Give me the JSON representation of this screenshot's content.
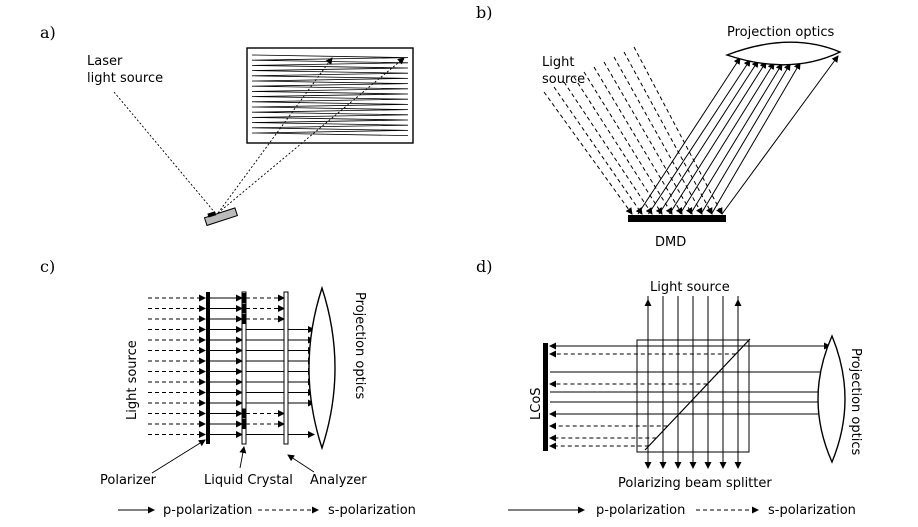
{
  "panels": {
    "a": {
      "letter": "a)",
      "laser_label_line1": "Laser",
      "laser_label_line2": "light source"
    },
    "b": {
      "letter": "b)",
      "projection_label": "Projection optics",
      "light_label_line1": "Light",
      "light_label_line2": "source",
      "dmd_label": "DMD"
    },
    "c": {
      "letter": "c)",
      "light_label": "Light source",
      "projection_label": "Projection optics",
      "polarizer_label": "Polarizer",
      "lc_label": "Liquid Crystal",
      "analyzer_label": "Analyzer",
      "legend_p": "p-polarization",
      "legend_s": "s-polarization"
    },
    "d": {
      "letter": "d)",
      "light_label": "Light source",
      "lcos_label": "LCoS",
      "projection_label": "Projection optics",
      "pbs_label": "Polarizing beam splitter",
      "legend_p": "p-polarization",
      "legend_s": "s-polarization"
    }
  }
}
